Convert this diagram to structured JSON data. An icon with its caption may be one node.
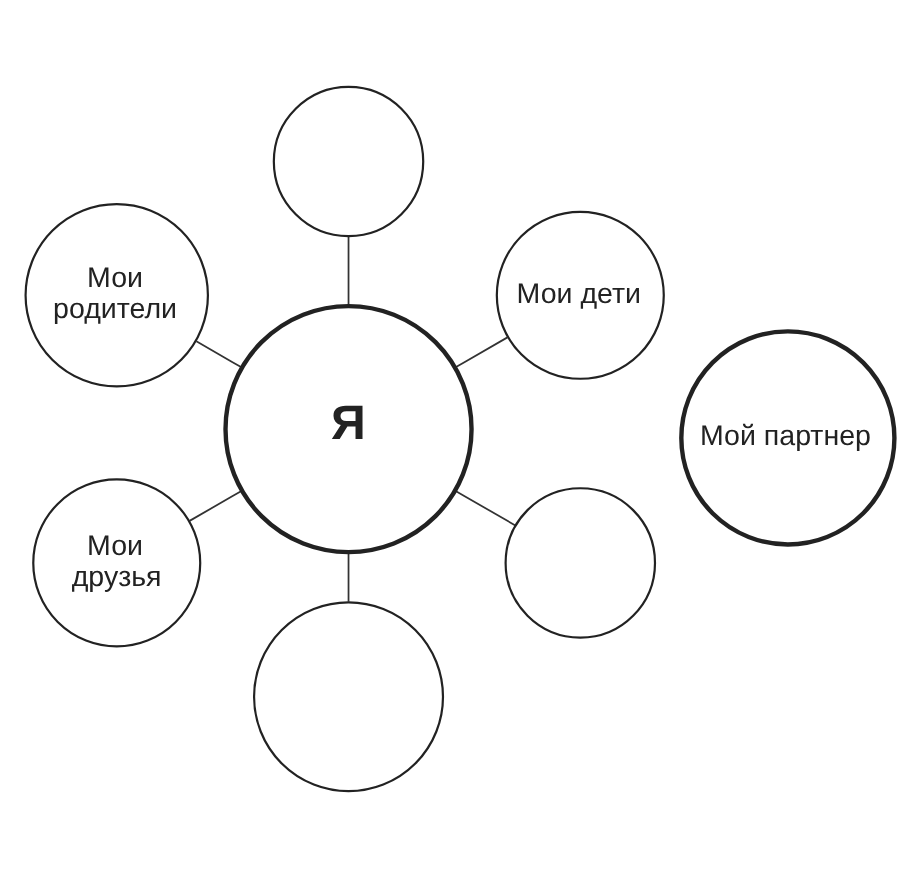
{
  "diagram": {
    "nodes": [
      {
        "text": [],
        "shape": "circle"
      },
      {
        "text": [
          "Мои дети"
        ]
      },
      {
        "text": [
          "Мои родители"
        ]
      },
      {
        "text": [
          "Я"
        ]
      },
      {
        "text": [
          "Мой партнер"
        ]
      },
      {
        "text": [
          "Мои друзья"
        ]
      },
      {
        "text": [],
        "shape": "circle"
      },
      {
        "text": [],
        "shape": "circle"
      }
    ],
    "edges": [
      {
        "from": 3,
        "to": 0,
        "arrow": "none"
      },
      {
        "from": 3,
        "to": 1,
        "arrow": "none"
      },
      {
        "from": 3,
        "to": 2,
        "arrow": "none"
      },
      {
        "from": 3,
        "to": 5,
        "arrow": "none"
      },
      {
        "from": 3,
        "to": 7,
        "arrow": "none"
      },
      {
        "from": 3,
        "to": 6,
        "arrow": "none"
      }
    ]
  }
}
